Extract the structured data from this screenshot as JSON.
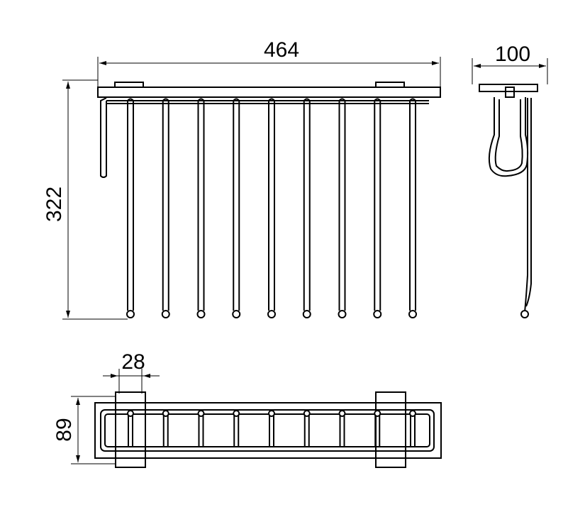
{
  "dimensions": {
    "front_width": "464",
    "side_depth": "100",
    "front_height": "322",
    "bracket_width": "28",
    "top_depth": "89"
  },
  "rod_count": 9,
  "line_color": "#000000",
  "background_color": "#ffffff"
}
